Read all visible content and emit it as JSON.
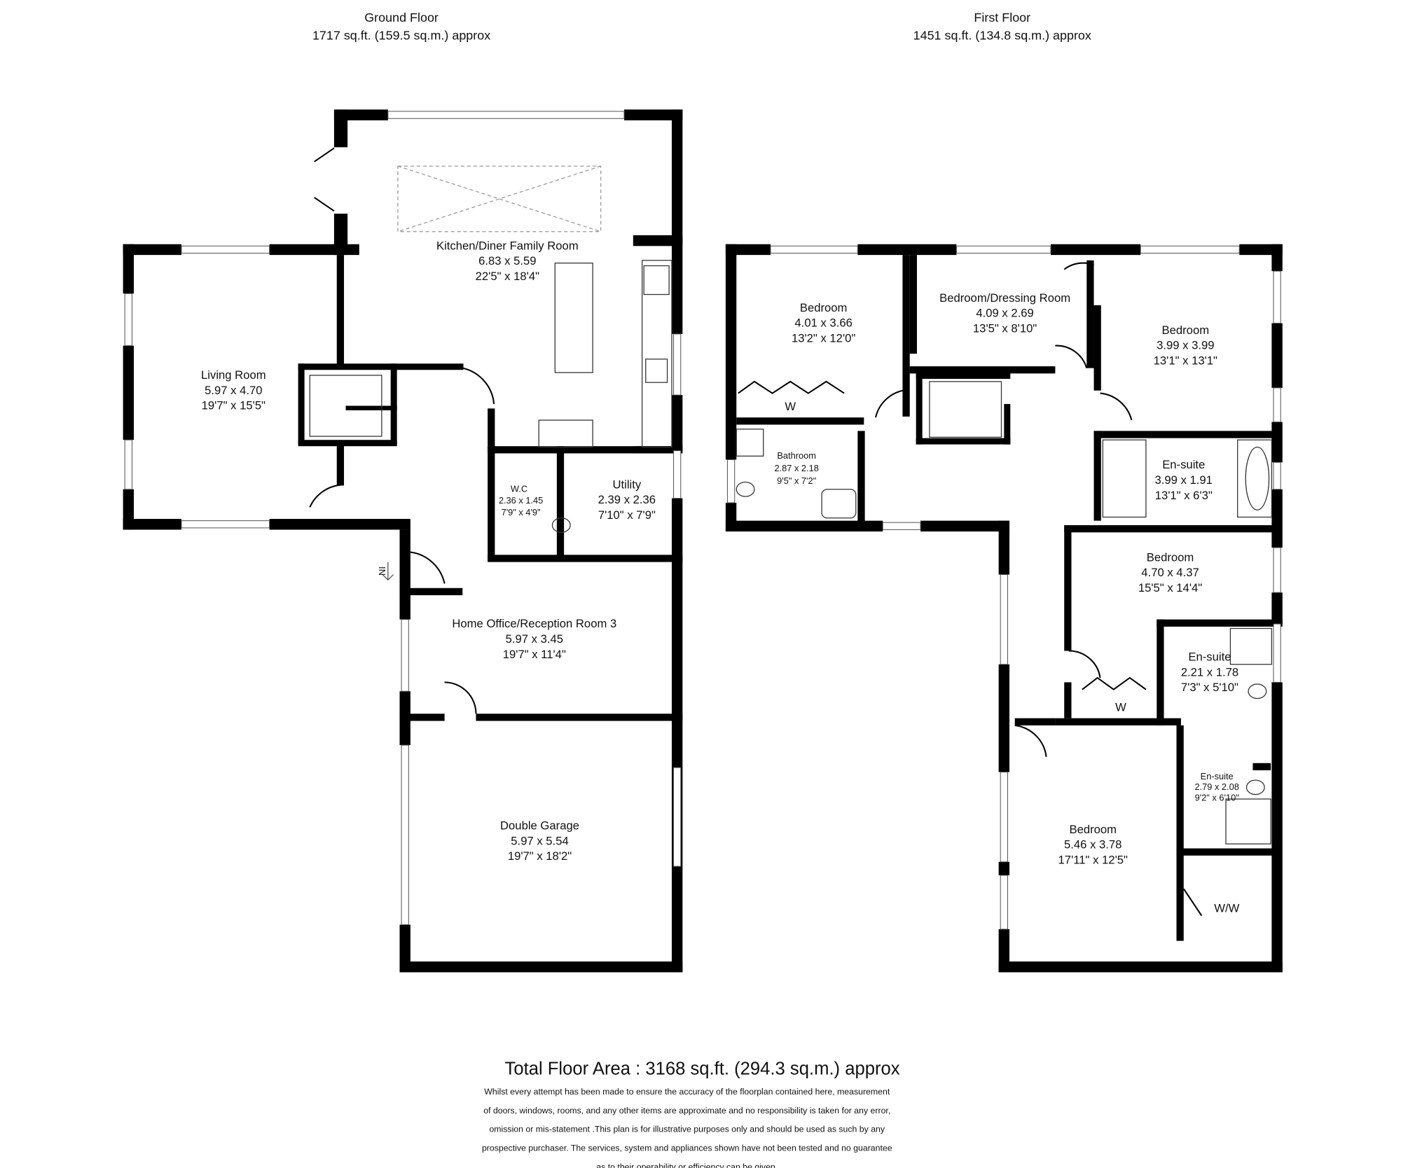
{
  "floors": {
    "ground": {
      "title": "Ground Floor",
      "area": "1717 sq.ft. (159.5 sq.m.) approx"
    },
    "first": {
      "title": "First Floor",
      "area": "1451 sq.ft. (134.8 sq.m.) approx"
    }
  },
  "rooms": {
    "kitchen": {
      "name": "Kitchen/Diner Family Room",
      "metric": "6.83 x 5.59",
      "imperial": "22'5\" x 18'4\""
    },
    "living": {
      "name": "Living Room",
      "metric": "5.97 x 4.70",
      "imperial": "19'7\" x 15'5\""
    },
    "wc": {
      "name": "W.C",
      "metric": "2.36 x 1.45",
      "imperial": "7'9\" x 4'9\""
    },
    "utility": {
      "name": "Utility",
      "metric": "2.39 x 2.36",
      "imperial": "7'10\" x 7'9\""
    },
    "office": {
      "name": "Home Office/Reception Room 3",
      "metric": "5.97 x 3.45",
      "imperial": "19'7\" x 11'4\""
    },
    "garage": {
      "name": "Double Garage",
      "metric": "5.97 x 5.54",
      "imperial": "19'7\" x 18'2\""
    },
    "bedroom1": {
      "name": "Bedroom",
      "metric": "4.01 x 3.66",
      "imperial": "13'2\" x 12'0\"",
      "wardrobe": "W"
    },
    "dressing": {
      "name": "Bedroom/Dressing Room",
      "metric": "4.09 x 2.69",
      "imperial": "13'5\" x 8'10\""
    },
    "bedroom2": {
      "name": "Bedroom",
      "metric": "3.99 x 3.99",
      "imperial": "13'1\" x 13'1\""
    },
    "bathroom": {
      "name": "Bathroom",
      "metric": "2.87 x 2.18",
      "imperial": "9'5\" x 7'2\""
    },
    "ensuite1": {
      "name": "En-suite",
      "metric": "3.99 x 1.91",
      "imperial": "13'1\" x 6'3\""
    },
    "bedroom3": {
      "name": "Bedroom",
      "metric": "4.70 x 4.37",
      "imperial": "15'5\" x 14'4\"",
      "wardrobe": "W"
    },
    "ensuite2": {
      "name": "En-suite",
      "metric": "2.21 x 1.78",
      "imperial": "7'3\" x 5'10\""
    },
    "ensuite3": {
      "name": "En-suite",
      "metric": "2.79 x 2.08",
      "imperial": "9'2\" x 6'10\""
    },
    "bedroom4": {
      "name": "Bedroom",
      "metric": "5.46 x 3.78",
      "imperial": "17'11\" x 12'5\"",
      "wardrobe": "W/W"
    }
  },
  "entrance_label": "IN",
  "total": "Total Floor Area : 3168 sq.ft. (294.3 sq.m.) approx",
  "disclaimer": [
    "Whilst every attempt has been made to ensure the accuracy of the floorplan contained here, measurement",
    "of doors, windows, rooms, and any other items are approximate and no responsibility is taken for any error,",
    "omission or mis-statement .This plan is for illustrative purposes only and should be used as such by any",
    "prospective purchaser. The services, system and appliances shown have not been tested and no guarantee",
    "as to their operability or efficiency can be given."
  ]
}
